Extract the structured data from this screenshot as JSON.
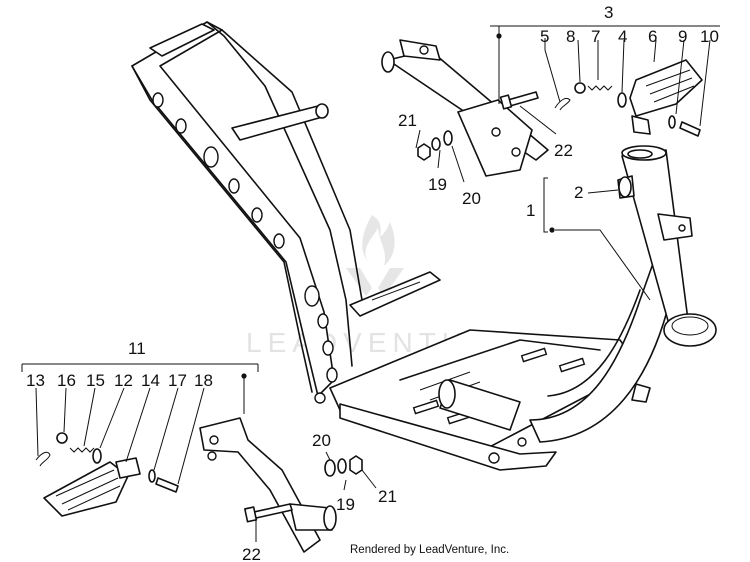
{
  "callouts": {
    "c1": "1",
    "c2": "2",
    "c3": "3",
    "c4": "4",
    "c5": "5",
    "c6": "6",
    "c7": "7",
    "c8": "8",
    "c9": "9",
    "c10": "10",
    "c11": "11",
    "c12": "12",
    "c13": "13",
    "c14": "14",
    "c15": "15",
    "c16": "16",
    "c17": "17",
    "c18": "18",
    "c19a": "19",
    "c19b": "19",
    "c20a": "20",
    "c20b": "20",
    "c21a": "21",
    "c21b": "21",
    "c22a": "22",
    "c22b": "22"
  },
  "watermark": {
    "brand": "LEADVENTURE"
  },
  "footer": {
    "credit": "Rendered by LeadVenture, Inc."
  },
  "colors": {
    "line": "#111111",
    "watermark": "#e3e3e3",
    "background": "#ffffff"
  }
}
